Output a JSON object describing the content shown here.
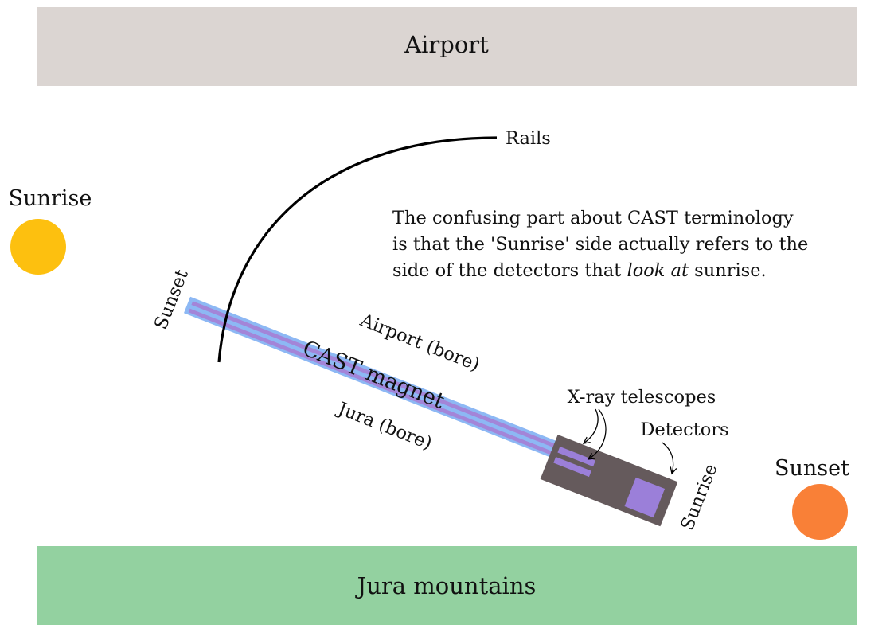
{
  "colors": {
    "airport": "#dbd5d2",
    "jura": "#93d1a0",
    "sunrise_sun": "#fdc00f",
    "sunset_sun": "#f98037",
    "magnet": "#8db8f4",
    "bore": "#a385d8",
    "detector_housing": "#655a5c",
    "detector": "#9b7fd9",
    "rails": "#000000"
  },
  "regions": {
    "airport_label": "Airport",
    "jura_label": "Jura mountains"
  },
  "suns": {
    "sunrise_label": "Sunrise",
    "sunset_label": "Sunset"
  },
  "rails_label": "Rails",
  "note": {
    "line1": "The confusing part about CAST terminology",
    "line2": "is that the 'Sunrise' side actually refers to the",
    "line3_prefix": "side of the detectors that ",
    "line3_emph": "look at",
    "line3_suffix": " sunrise."
  },
  "magnet": {
    "label": "CAST magnet",
    "bore_airport": "Airport (bore)",
    "bore_jura": "Jura (bore)",
    "end_sunset": "Sunset",
    "end_sunrise": "Sunrise"
  },
  "detector_area": {
    "telescopes_label": "X-ray telescopes",
    "detectors_label": "Detectors"
  }
}
